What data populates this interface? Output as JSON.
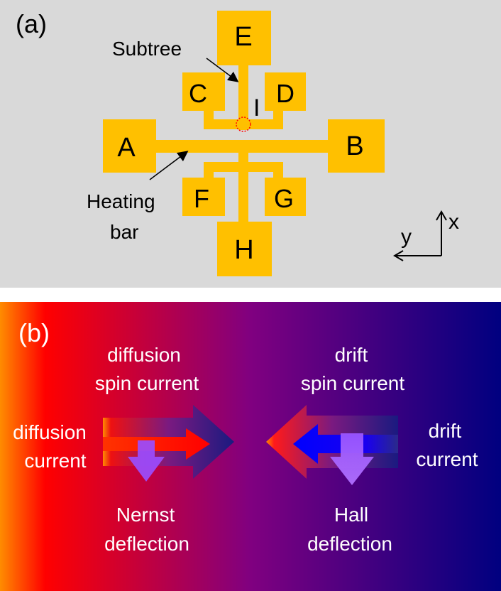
{
  "panel_a": {
    "label": "(a)",
    "colors": {
      "background": "#d9d9d9",
      "pad": "#ffc000",
      "hotspot": "#ff0000",
      "text": "#000000"
    },
    "pads": {
      "a": "A",
      "b": "B",
      "c": "C",
      "d": "D",
      "e": "E",
      "f": "F",
      "g": "G",
      "h": "H"
    },
    "current_label": "I",
    "subtree_label": "Subtree",
    "heating_bar_label_line1": "Heating",
    "heating_bar_label_line2": "bar",
    "axis_x": "x",
    "axis_y": "y"
  },
  "panel_b": {
    "label": "(b)",
    "colors": {
      "hot": "#ff0000",
      "mid": "#800080",
      "cold": "#000080",
      "edge": "#ff8c00",
      "hall": "#9966ff",
      "drift": "#0000ff",
      "text": "#ffffff"
    },
    "diffusion_spin_line1": "diffusion",
    "diffusion_spin_line2": "spin current",
    "drift_spin_line1": "drift",
    "drift_spin_line2": "spin current",
    "diffusion_current_line1": "diffusion",
    "diffusion_current_line2": "current",
    "drift_current_line1": "drift",
    "drift_current_line2": "current",
    "nernst_line1": "Nernst",
    "nernst_line2": "deflection",
    "hall_line1": "Hall",
    "hall_line2": "deflection"
  }
}
